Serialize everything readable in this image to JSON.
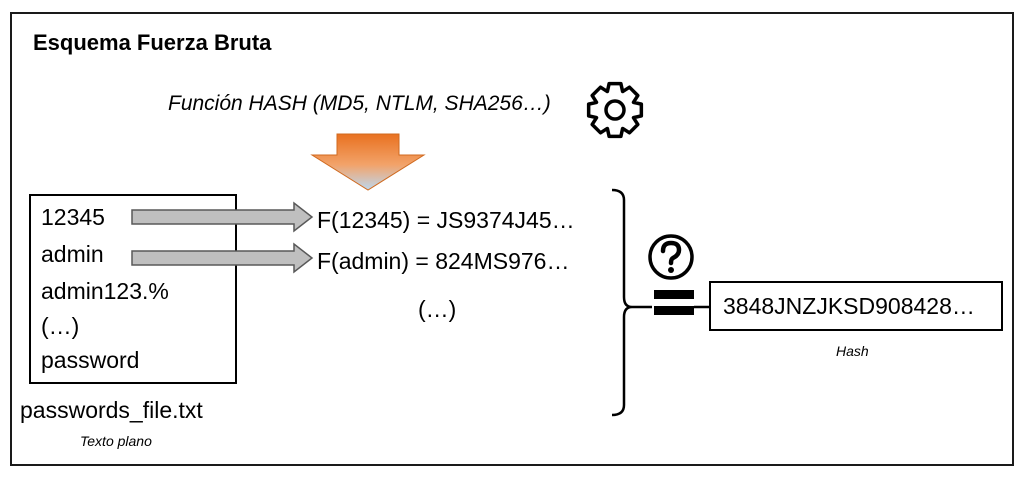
{
  "title": "Esquema Fuerza Bruta",
  "hash_function": "Función HASH (MD5, NTLM, SHA256…)",
  "passwords": [
    "12345",
    "admin",
    "admin123.%",
    "(…)",
    "password"
  ],
  "file_name": "passwords_file.txt",
  "file_caption": "Texto plano",
  "computed_hashes": [
    "F(12345) = JS9374J45…",
    "F(admin) = 824MS976…"
  ],
  "computed_more": "(…)",
  "target_hash": "3848JNZJKSD908428…",
  "target_caption": "Hash",
  "icons": {
    "gear": "gear-icon",
    "question": "question-circle-icon",
    "equals": "equals-icon",
    "down_arrow": "down-arrow-icon"
  },
  "colors": {
    "arrow_orange": "#ed7d31",
    "arrow_blue": "#bdd7ee",
    "gray_arrow": "#bfbfbf"
  }
}
